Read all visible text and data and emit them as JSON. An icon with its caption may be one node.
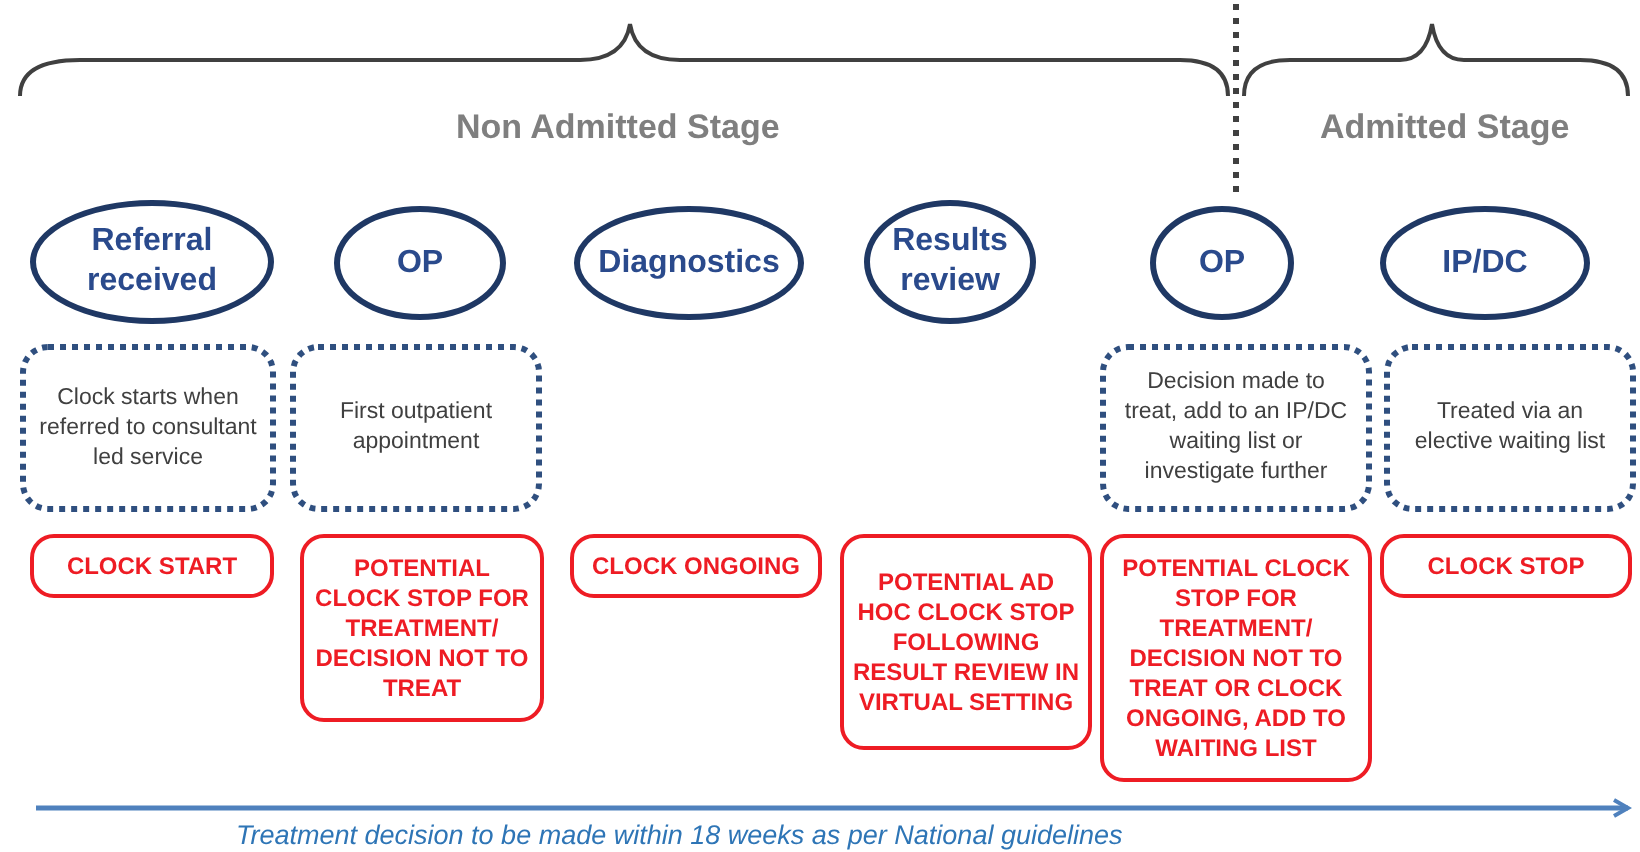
{
  "diagram": {
    "nodes": [
      {
        "text": [
          "Referral received"
        ]
      },
      {
        "text": [
          "OP"
        ]
      },
      {
        "text": [
          "Diagnostics"
        ]
      },
      {
        "text": [
          "Results review"
        ]
      },
      {
        "text": [
          "OP"
        ]
      },
      {
        "text": [
          "IP/DC"
        ]
      },
      {
        "text": [
          "Clock starts when referred to consultant led service"
        ]
      },
      {
        "text": [
          "First outpatient appointment"
        ]
      },
      {
        "text": [
          "Decision made to treat, add to an IP/DC waiting list or investigate further"
        ]
      },
      {
        "text": [
          "Treated via an elective waiting list"
        ]
      },
      {
        "text": [
          "CLOCK START"
        ]
      },
      {
        "text": [
          "POTENTIAL CLOCK STOP FOR TREATMENT/ DECISION NOT TO TREAT"
        ]
      },
      {
        "text": [
          "CLOCK ONGOING"
        ]
      },
      {
        "text": [
          "POTENTIAL AD HOC CLOCK STOP FOLLOWING RESULT REVIEW IN VIRTUAL SETTING"
        ]
      },
      {
        "text": [
          "POTENTIAL CLOCK STOP FOR TREATMENT/ DECISION NOT TO TREAT OR CLOCK ONGOING, ADD TO WAITING LIST"
        ]
      },
      {
        "text": [
          "CLOCK STOP"
        ]
      }
    ],
    "labels": [
      "Non Admitted Stage",
      "Admitted Stage",
      "Treatment decision to be made within 18 weeks as per National guidelines"
    ]
  }
}
